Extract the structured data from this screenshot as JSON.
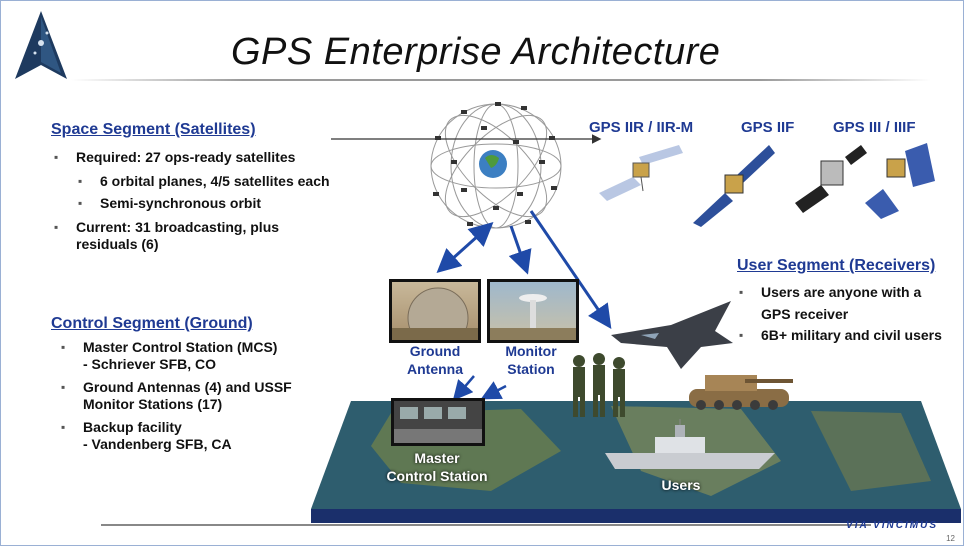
{
  "title": "GPS Enterprise Architecture",
  "space": {
    "heading": "Space Segment (Satellites)",
    "items": [
      "Required: 27 ops-ready satellites",
      "6 orbital planes, 4/5 satellites each",
      "Semi-synchronous orbit",
      "Current: 31 broadcasting, plus",
      "residuals (6)"
    ]
  },
  "control": {
    "heading": "Control Segment (Ground)",
    "items": [
      "Master Control Station (MCS)",
      "- Schriever SFB, CO",
      "Ground Antennas (4) and USSF",
      "Monitor Stations (17)",
      "Backup facility",
      "- Vandenberg SFB, CA"
    ]
  },
  "user": {
    "heading": "User Segment (Receivers)",
    "items": [
      "Users are anyone with a",
      "GPS receiver",
      "6B+ military and civil users"
    ]
  },
  "satellites": [
    "GPS IIR / IIR-M",
    "GPS IIF",
    "GPS III / IIIF"
  ],
  "nodes": {
    "ground_antenna_1": "Ground",
    "ground_antenna_2": "Antenna",
    "monitor_station_1": "Monitor",
    "monitor_station_2": "Station",
    "mcs_1": "Master",
    "mcs_2": "Control Station",
    "users": "Users"
  },
  "footer": "VIA VINCIMUS",
  "page_number": "12",
  "colors": {
    "heading": "#1f3a93",
    "arrow": "#1f4aa8",
    "ground_top": "#2e5d6e"
  }
}
